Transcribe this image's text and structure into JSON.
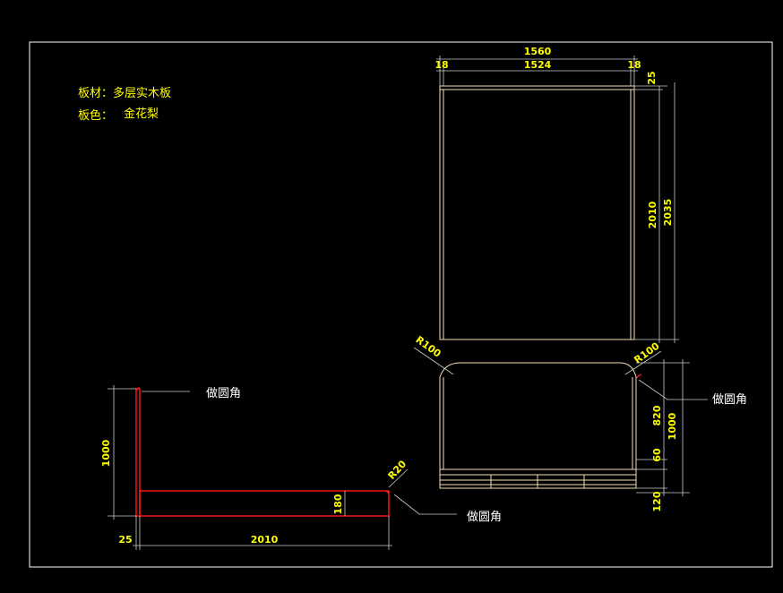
{
  "notes": {
    "material": "板材：多层实木板",
    "color_label": "板色：",
    "color_value": "金花梨"
  },
  "dims": {
    "top_overall_width": "1560",
    "top_left_edge": "18",
    "top_inner_width": "1524",
    "top_right_edge": "18",
    "top_headboard": "25",
    "inner_length": "2010",
    "overall_length": "2035",
    "radius_left": "R100",
    "radius_right": "R100",
    "head_upper": "820",
    "head_total": "1000",
    "head_rail": "60",
    "head_bottom": "120",
    "side_height": "1000",
    "side_frame_height": "180",
    "side_thickness": "25",
    "side_length": "2010",
    "side_radius": "R20"
  },
  "callouts": {
    "rounded_corner": "做圆角"
  },
  "colors": {
    "background": "#000000",
    "dimension_text": "#ffff00",
    "outline": "#ffffff",
    "highlight": "#ff1a1a"
  }
}
